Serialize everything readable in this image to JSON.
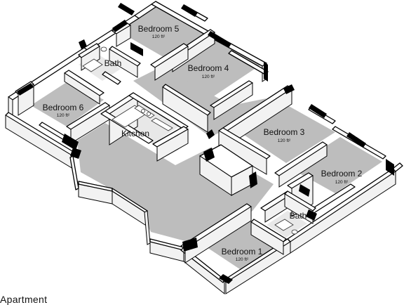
{
  "title": "Apartment",
  "rooms": {
    "bedroom5": {
      "name": "Bedroom 5",
      "area": "120 ft²"
    },
    "bedroom4": {
      "name": "Bedroom 4",
      "area": "120 ft²"
    },
    "bedroom6": {
      "name": "Bedroom 6",
      "area": "120 ft²"
    },
    "bedroom3": {
      "name": "Bedroom 3",
      "area": "120 ft²"
    },
    "bedroom2": {
      "name": "Bedroom 2",
      "area": "120 ft²"
    },
    "bedroom1": {
      "name": "Bedroom 1",
      "area": "120 ft²"
    },
    "kitchen": {
      "name": "Kitchen"
    },
    "bath_top": {
      "name": "Bath"
    },
    "bath_bottom": {
      "name": "Bath"
    }
  },
  "colors": {
    "floor": "#bdbdbd",
    "wall": "#ffffff",
    "outline": "#000000"
  }
}
